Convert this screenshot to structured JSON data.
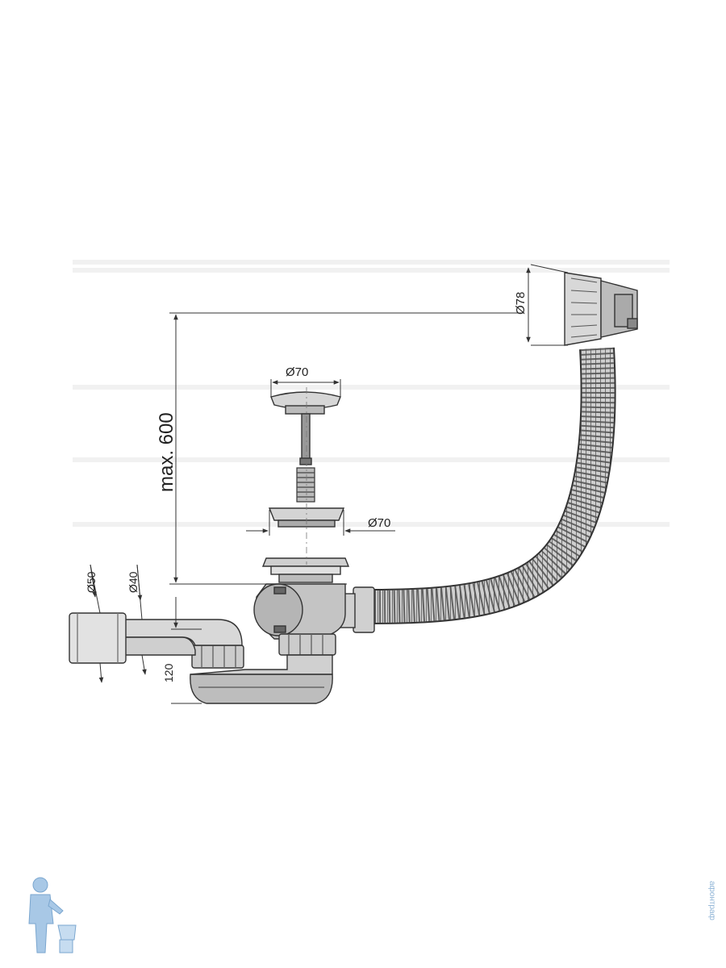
{
  "dimensions": {
    "max_height": "max. 600",
    "overflow_diameter": "Ø78",
    "plug_top_diameter": "Ø70",
    "plug_flange_diameter": "Ø70",
    "outlet_outer_diameter": "Ø50",
    "outlet_inner_diameter": "Ø40",
    "trap_height": "120"
  },
  "watermark": {
    "site": "афонтраф"
  },
  "colors": {
    "line": "#333333",
    "background": "#ffffff",
    "watermark": "#8fb4d6"
  }
}
